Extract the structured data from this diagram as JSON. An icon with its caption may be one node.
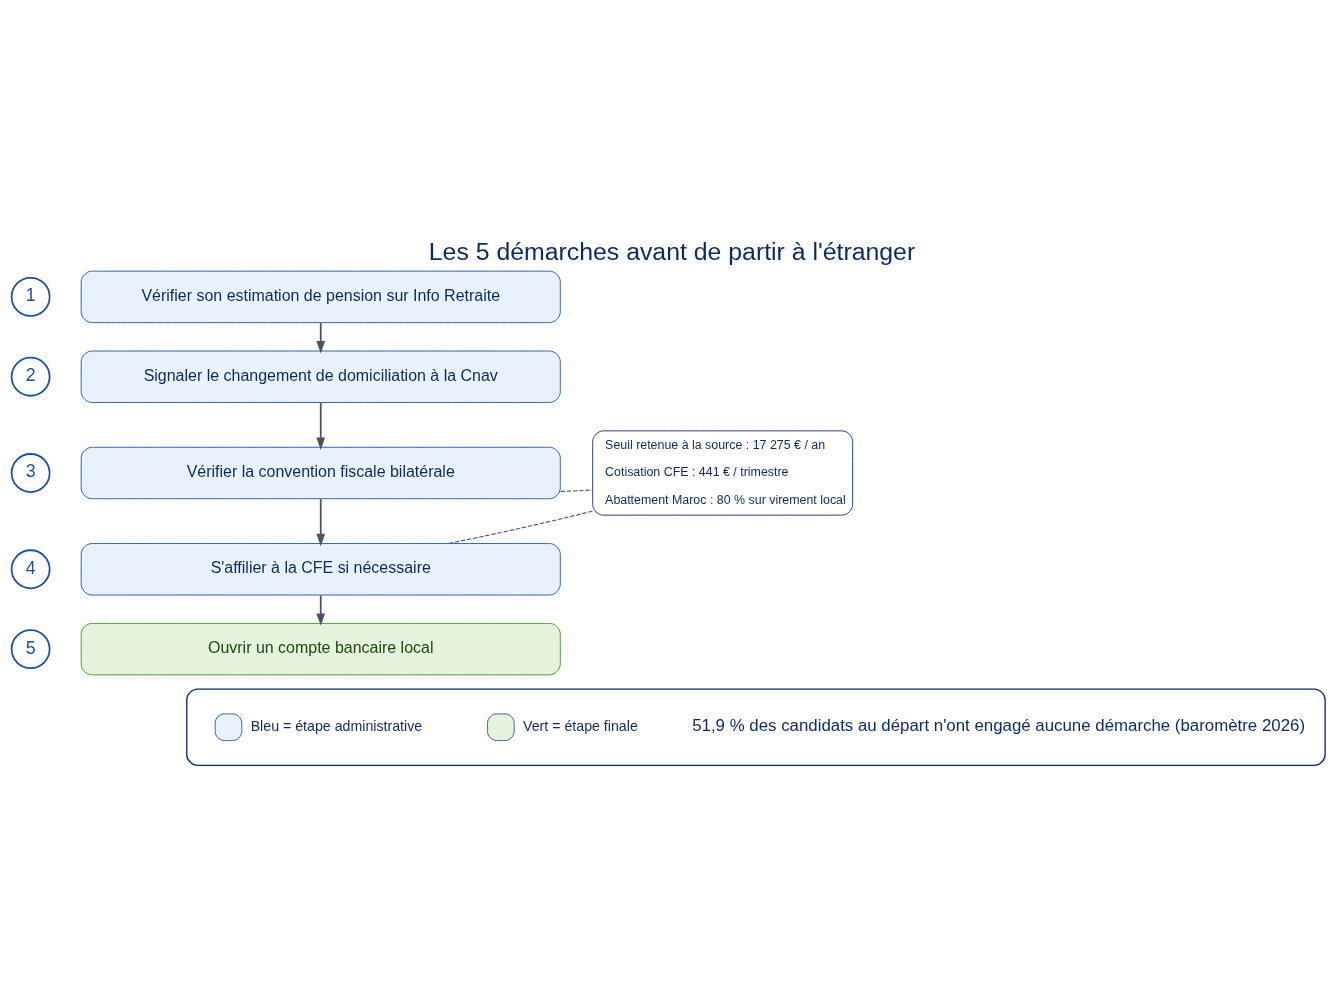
{
  "diagram": {
    "title": "Les 5 démarches avant de partir à l'étranger",
    "nodes": [
      {
        "text": [
          "1"
        ]
      },
      {
        "text": [
          "Vérifier son estimation de pension sur Info Retraite"
        ]
      },
      {
        "text": [
          "2"
        ]
      },
      {
        "text": [
          "Signaler le changement de domiciliation à la Cnav"
        ]
      },
      {
        "text": [
          "3"
        ]
      },
      {
        "text": [
          "Vérifier la convention fiscale bilatérale"
        ]
      },
      {
        "text": [
          "4"
        ]
      },
      {
        "text": [
          "S'affilier à la CFE si nécessaire"
        ]
      },
      {
        "text": [
          "5"
        ]
      },
      {
        "text": [
          "Ouvrir un compte bancaire local"
        ]
      },
      {
        "text": [
          "Seuil retenue à la source : 17 275 € / an",
          "Cotisation CFE : 441 € / trimestre",
          "Abattement Maroc : 80 % sur virement local"
        ]
      },
      {
        "text": [],
        "shape": "box"
      }
    ],
    "edges": [
      {
        "from": 1,
        "to": 3,
        "arrow": "to"
      },
      {
        "from": 3,
        "to": 5,
        "arrow": "to"
      },
      {
        "from": 5,
        "to": 7,
        "arrow": "to"
      },
      {
        "from": 7,
        "to": 9,
        "arrow": "to"
      },
      {
        "from": 5,
        "to": 10,
        "arrow": "none",
        "style": "dashed"
      },
      {
        "from": 7,
        "to": 10,
        "arrow": "none",
        "style": "dashed"
      }
    ],
    "labels": [
      "51,9 % des candidats au départ n'ont engagé aucune démarche (baromètre 2026)"
    ],
    "legend": [
      {
        "text": "Bleu = étape administrative",
        "color": "#e8f1fc"
      },
      {
        "text": "Vert = étape finale",
        "color": "#e6f2dc"
      }
    ]
  }
}
